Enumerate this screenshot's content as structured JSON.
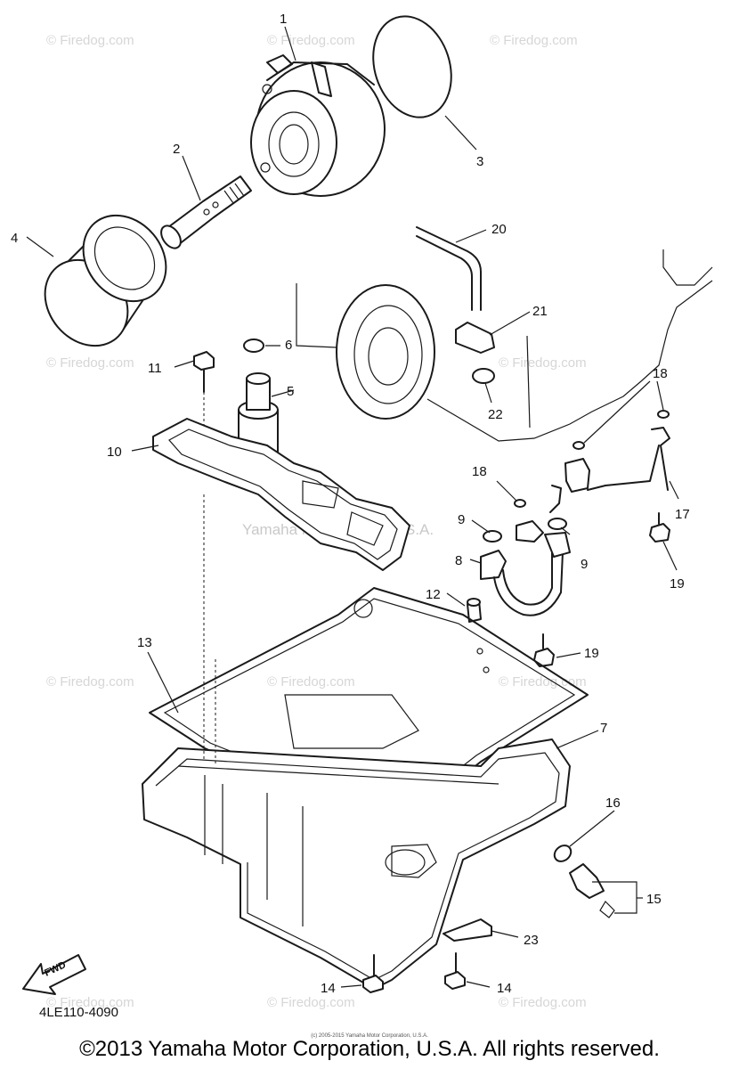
{
  "diagram": {
    "drawing_code": "4LE110-4090",
    "copyright": "©2013 Yamaha Motor Corporation, U.S.A. All rights reserved.",
    "tiny_note": "(c) 2005-2015 Yamaha Motor Corporation, U.S.A.",
    "watermark_text": "© Firedog.com",
    "center_watermark": "Yamaha Motor Corp., U.S.A.",
    "fwd_label": "FWD",
    "callouts": {
      "c1": "1",
      "c2": "2",
      "c3": "3",
      "c4": "4",
      "c5": "5",
      "c6": "6",
      "c7": "7",
      "c8": "8",
      "c9a": "9",
      "c9b": "9",
      "c10": "10",
      "c11": "11",
      "c12": "12",
      "c13": "13",
      "c14a": "14",
      "c14b": "14",
      "c15": "15",
      "c16": "16",
      "c17": "17",
      "c18a": "18",
      "c18b": "18",
      "c19a": "19",
      "c19b": "19",
      "c20": "20",
      "c21": "21",
      "c22": "22",
      "c23": "23"
    }
  }
}
